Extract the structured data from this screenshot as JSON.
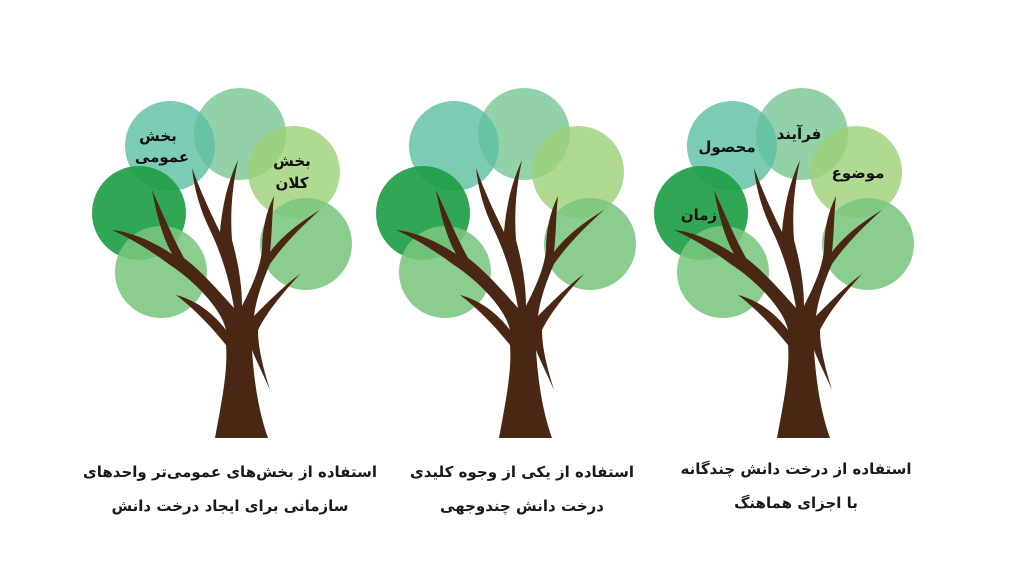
{
  "colors": {
    "trunk": "#4a2614",
    "leaf_teal": "#5fbfa5",
    "leaf_mint": "#84cc9c",
    "leaf_lime": "#9fd17a",
    "leaf_dark": "#1f9e45",
    "leaf_green": "#7ac67e"
  },
  "trees": [
    {
      "labels": [
        "بخش",
        "عمومی",
        "بخش",
        "کلان"
      ],
      "caption_lines": [
        "استفاده از بخش‌های عمومی‌تر واحدهای",
        "سازمانی برای ایجاد درخت دانش"
      ]
    },
    {
      "labels": [],
      "caption_lines": [
        "استفاده از یکی از وجوه کلیدی",
        "درخت دانش چندوجهی"
      ]
    },
    {
      "labels": [
        "محصول",
        "فرآیند",
        "موضوع",
        "زمان"
      ],
      "caption_lines": [
        "استفاده از درخت دانش چندگانه",
        "با اجزای هماهنگ"
      ]
    }
  ]
}
